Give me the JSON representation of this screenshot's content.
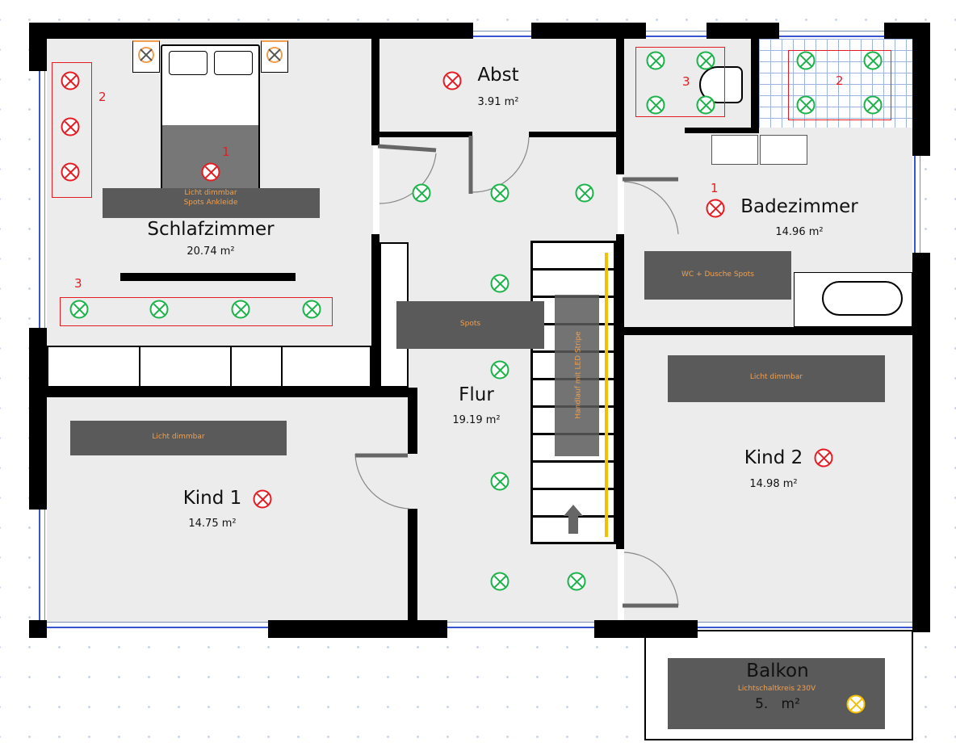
{
  "rooms": {
    "schlafzimmer": {
      "name": "Schlafzimmer",
      "area": "20.74 m²",
      "label_line1": "Licht dimmbar",
      "label_line2": "Spots Ankleide"
    },
    "abst": {
      "name": "Abst",
      "area": "3.91 m²"
    },
    "badezimmer": {
      "name": "Badezimmer",
      "area": "14.96 m²",
      "label": "WC + Dusche Spots"
    },
    "flur": {
      "name": "Flur",
      "area": "19.19 m²",
      "label": "Spots",
      "stair_label": "Handlauf mit LED Stripe"
    },
    "kind1": {
      "name": "Kind 1",
      "area": "14.75 m²",
      "label": "Licht dimmbar"
    },
    "kind2": {
      "name": "Kind 2",
      "area": "14.98 m²",
      "label": "Licht dimmbar"
    },
    "balkon": {
      "name": "Balkon",
      "area": "5.   m²",
      "label": "Lichtschaltkreis 230V"
    }
  },
  "circuit_numbers": {
    "schlaf_1": "1",
    "schlaf_2": "2",
    "schlaf_3": "3",
    "bad_1": "1",
    "bad_2": "2",
    "bad_3": "3"
  },
  "colors": {
    "main_light": "#e51c23",
    "spot": "#1bb34a",
    "circuit_230v": "#f5c000",
    "label_box": "#5a5a5a",
    "label_text": "#f0a050"
  }
}
